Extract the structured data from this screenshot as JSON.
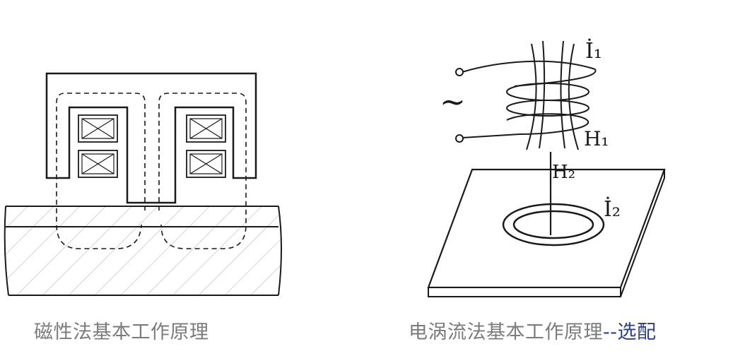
{
  "left_caption": "磁性法基本工作原理",
  "right_caption": "电涡流法基本工作原理",
  "right_caption_suffix": "--选配",
  "labels": {
    "i1": "İ₁",
    "h1": "H₁",
    "h2": "H₂",
    "i2": "İ₂",
    "ac_symbol": "~"
  },
  "colors": {
    "caption": "#7b7b7b",
    "suffix": "#2f3d8a",
    "line": "#1a1a1a"
  }
}
